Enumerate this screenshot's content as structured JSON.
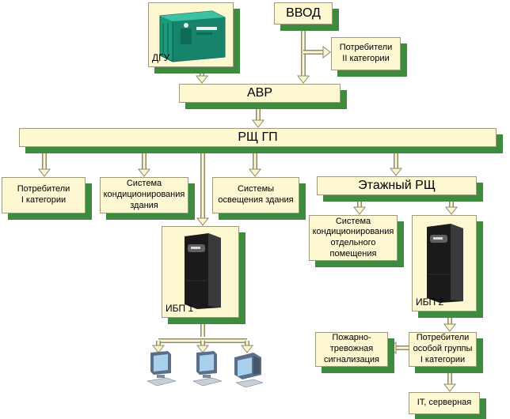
{
  "nodes": {
    "dgu": "ДГУ",
    "vvod": "ВВОД",
    "consumers_cat2": "Потребители II категории",
    "avr": "АВР",
    "rsch_gp": "РЩ ГП",
    "consumers_cat1": "Потребители I категории",
    "conditioning_building": "Система кондиционирования здания",
    "lighting_building": "Системы освещения здания",
    "floor_rsch": "Этажный РЩ",
    "conditioning_room": "Система кондиционирования отдельного помещения",
    "ups1": "ИБП 1",
    "ups2": "ИБП 2",
    "fire_alarm": "Пожарно-тревожная сигнализация",
    "consumers_special": "Потребители особой группы I категории",
    "it_server": "IT, серверная"
  },
  "colors": {
    "box_fill": "#fdf7d2",
    "shadow": "#3e8a3e",
    "arrow_fill": "#fdf7d2",
    "arrow_stroke": "#8c8a70",
    "generator": "#1b9a7c"
  },
  "icons": {
    "generator": "diesel-generator-icon",
    "ups": "ups-tower-icon",
    "computer": "computer-workstation-icon"
  }
}
